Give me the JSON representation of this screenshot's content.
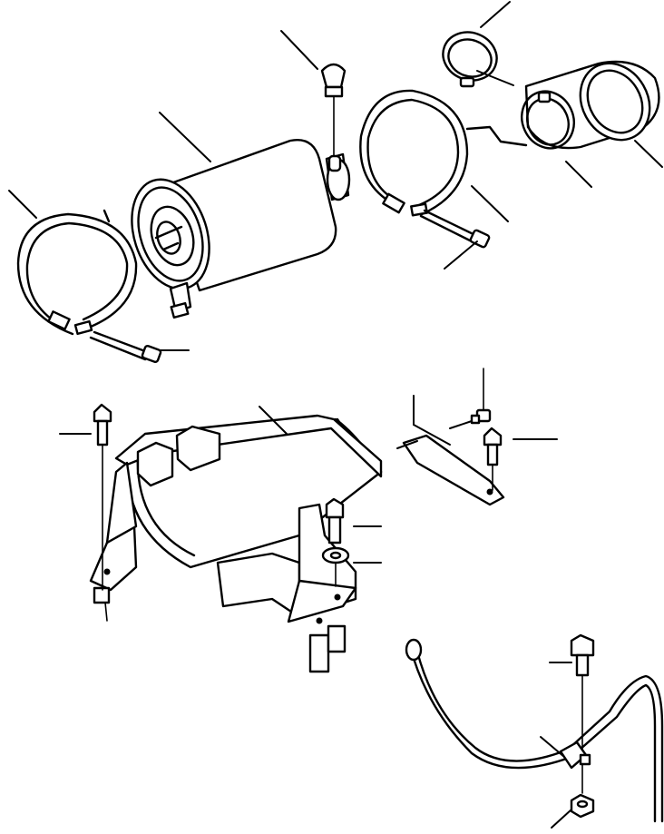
{
  "figure": {
    "parts": [
      {
        "id": "air-cleaner-body",
        "icon": "cylinder-filter-icon"
      },
      {
        "id": "vacuator-valve",
        "icon": "valve-icon"
      },
      {
        "id": "mounting-band-left",
        "icon": "clamp-band-icon"
      },
      {
        "id": "mounting-band-right",
        "icon": "clamp-band-icon"
      },
      {
        "id": "hose-clamp-small",
        "icon": "hose-clamp-icon"
      },
      {
        "id": "elbow-hose",
        "icon": "elbow-hose-icon"
      },
      {
        "id": "hose-clamps-elbow",
        "icon": "hose-clamp-icon"
      },
      {
        "id": "band-bolts",
        "icon": "bolt-icon"
      },
      {
        "id": "support-bracket",
        "icon": "bracket-icon"
      },
      {
        "id": "small-brace",
        "icon": "brace-icon"
      },
      {
        "id": "bolts-washers-nut",
        "icon": "bolt-icon"
      },
      {
        "id": "ground-cable",
        "icon": "cable-icon"
      }
    ]
  }
}
